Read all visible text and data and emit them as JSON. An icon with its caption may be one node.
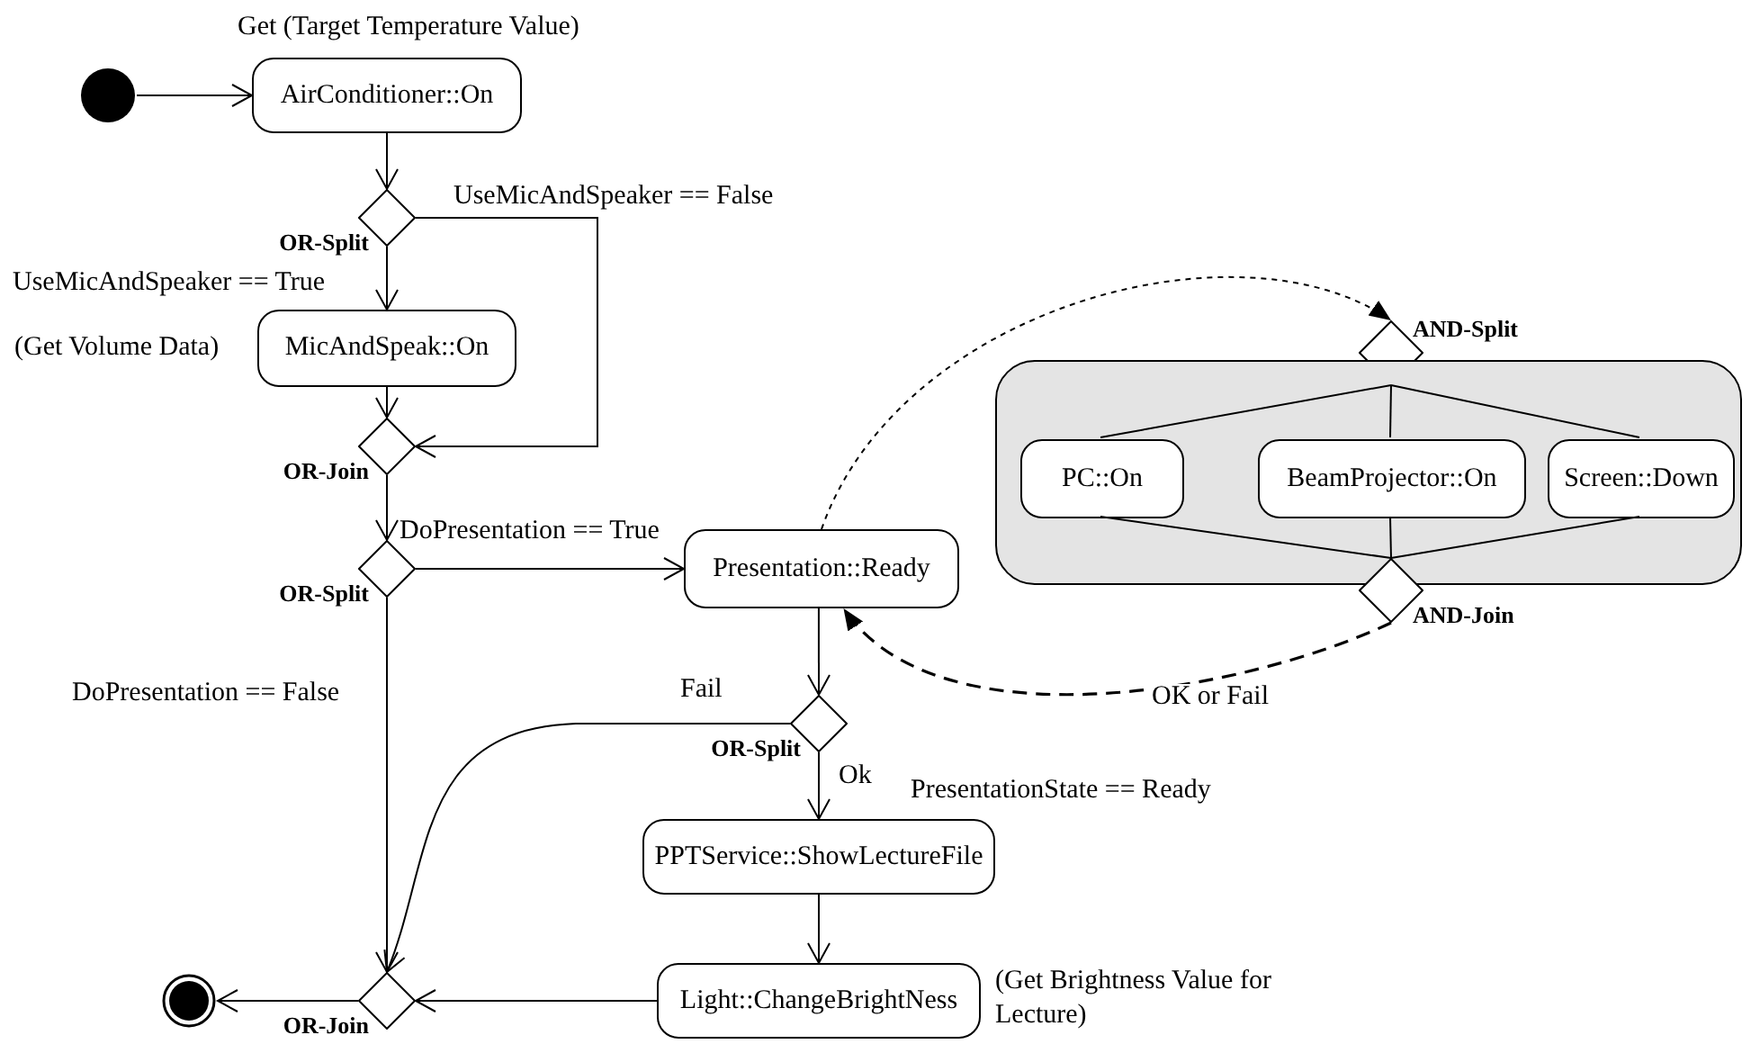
{
  "diagram": {
    "nodes": [
      {
        "text": [],
        "shape": "circle"
      },
      {
        "text": [
          "AirConditioner::On"
        ],
        "beside": [
          "Get (Target Temperature Value)"
        ]
      },
      {
        "text": [
          "OR-Split"
        ]
      },
      {
        "text": [
          "MicAndSpeak::On"
        ],
        "beside": [
          "(Get Volume Data)"
        ]
      },
      {
        "text": [
          "OR-Join"
        ]
      },
      {
        "text": [
          "OR-Split"
        ]
      },
      {
        "text": [
          "Presentation::Ready"
        ]
      },
      {
        "text": [
          "AND-Split"
        ]
      },
      {
        "text": [],
        "shape": "box"
      },
      {
        "text": [
          "PC::On"
        ],
        "in": 8
      },
      {
        "text": [
          "BeamProjector::On"
        ],
        "in": 8
      },
      {
        "text": [
          "Screen::Down"
        ],
        "in": 8
      },
      {
        "text": [
          "AND-Join"
        ]
      },
      {
        "text": [
          "OR-Split"
        ]
      },
      {
        "text": [
          "PPTService::ShowLectureFile"
        ]
      },
      {
        "text": [
          "Light::ChangeBrightNess"
        ],
        "beside": [
          "(Get Brightness Value for Lecture)"
        ]
      },
      {
        "text": [
          "OR-Join"
        ]
      },
      {
        "text": [],
        "shape": "circle"
      }
    ],
    "edges": [
      {
        "from": 0,
        "to": 1,
        "arrow": "to"
      },
      {
        "from": 1,
        "to": 2,
        "arrow": "to"
      },
      {
        "from": 2,
        "to": 3,
        "arrow": "to",
        "label": "UseMicAndSpeaker == True"
      },
      {
        "from": 2,
        "to": 4,
        "arrow": "to",
        "label": "UseMicAndSpeaker == False"
      },
      {
        "from": 3,
        "to": 4,
        "arrow": "to"
      },
      {
        "from": 4,
        "to": 5,
        "arrow": "to"
      },
      {
        "from": 5,
        "to": 6,
        "arrow": "to",
        "label": "DoPresentation == True"
      },
      {
        "from": 5,
        "to": 16,
        "arrow": "to",
        "label": "DoPresentation == False"
      },
      {
        "from": 6,
        "to": 7,
        "arrow": "to",
        "style": "dashed"
      },
      {
        "from": 7,
        "to": 9,
        "arrow": "none"
      },
      {
        "from": 7,
        "to": 10,
        "arrow": "none"
      },
      {
        "from": 7,
        "to": 11,
        "arrow": "none"
      },
      {
        "from": 9,
        "to": 12,
        "arrow": "none"
      },
      {
        "from": 10,
        "to": 12,
        "arrow": "none"
      },
      {
        "from": 11,
        "to": 12,
        "arrow": "none"
      },
      {
        "from": 12,
        "to": 6,
        "arrow": "to",
        "style": "dashed",
        "label": "OK or Fail"
      },
      {
        "from": 6,
        "to": 13,
        "arrow": "to"
      },
      {
        "from": 13,
        "to": 16,
        "arrow": "to",
        "label": "Fail"
      },
      {
        "from": 13,
        "to": 14,
        "arrow": "to",
        "label": "Ok"
      },
      {
        "from": 14,
        "to": 15,
        "arrow": "to"
      },
      {
        "from": 15,
        "to": 16,
        "arrow": "to"
      },
      {
        "from": 16,
        "to": 17,
        "arrow": "to"
      }
    ],
    "labels": [
      "PresentationState == Ready"
    ]
  }
}
